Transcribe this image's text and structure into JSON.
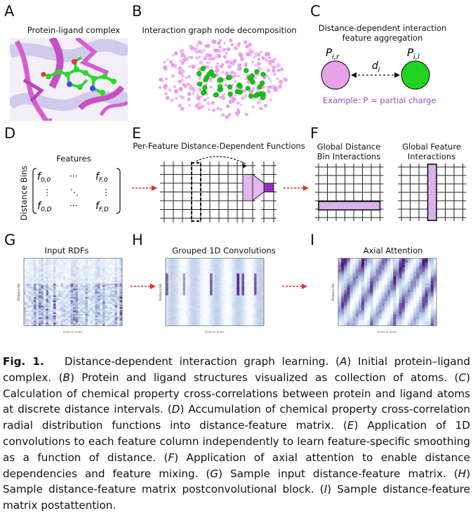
{
  "panels": {
    "a": {
      "label": "A",
      "title": "Protein-ligand complex"
    },
    "b": {
      "label": "B",
      "title": "Interaction graph node decomposition"
    },
    "c": {
      "label": "C",
      "title_line1": "Distance-dependent interaction",
      "title_line2": "feature aggregation",
      "p_left": "P",
      "p_left_sub": "i,r",
      "p_right": "P",
      "p_right_sub": "i,l",
      "dist": "d",
      "dist_sub": "j",
      "example": "Example: P = partial charge"
    },
    "d": {
      "label": "D",
      "features": "Features",
      "distance_bins": "Distance Bins",
      "m00": "f",
      "m00_sub": "0,0",
      "m0F": "f",
      "m0F_sub": "F,0",
      "mD0": "f",
      "mD0_sub": "0,D",
      "mDF": "f",
      "mDF_sub": "F,D"
    },
    "e": {
      "label": "E",
      "title": "Per-Feature Distance-Dependent  Functions"
    },
    "f": {
      "label": "F",
      "title1_line1": "Global Distance",
      "title1_line2": "Bin Interactions",
      "title2_line1": "Global Feature",
      "title2_line2": "Interactions"
    },
    "g": {
      "label": "G",
      "title": "Input RDFs",
      "ylabel": "Distance Bin",
      "xlabel": "Feature Index"
    },
    "h": {
      "label": "H",
      "title": "Grouped 1D Convolutions",
      "ylabel": "Distance Bin",
      "xlabel": "Feature Index"
    },
    "i": {
      "label": "I",
      "title": "Axial Attention",
      "ylabel": "Distance Bin",
      "xlabel": "Feature Index"
    }
  },
  "colors": {
    "pink": "#e39be6",
    "green": "#1fd31f",
    "purple_text": "#9b4fb8",
    "red_arrow": "#e03030",
    "highlight": "#d9b3ea",
    "dark_purple": "#5b1a7a"
  },
  "caption": {
    "fig": "Fig. 1.",
    "s0": "Distance-dependent interaction graph learning. (",
    "a": "A",
    "s1": ") Initial protein–ligand complex. (",
    "b": "B",
    "s2": ") Protein and ligand structures visualized as collection of atoms. (",
    "c": "C",
    "s3": ") Calculation of chemical property cross-correlations between protein and ligand atoms at discrete distance intervals. (",
    "d": "D",
    "s4": ") Accumulation of chemical property cross-correlation radial distribution functions into distance-feature matrix. (",
    "e": "E",
    "s5": ") Application of 1D convolutions to each feature column independently to learn feature-specific smoothing as a function of distance. (",
    "f": "F",
    "s6": ") Application of axial attention to enable distance dependencies and feature mixing. (",
    "g": "G",
    "s7": ") Sample input distance-feature matrix. (",
    "h": "H",
    "s8": ") Sample distance-feature matrix postconvolutional block. (",
    "i": "I",
    "s9": ") Sample distance-feature matrix postattention."
  }
}
